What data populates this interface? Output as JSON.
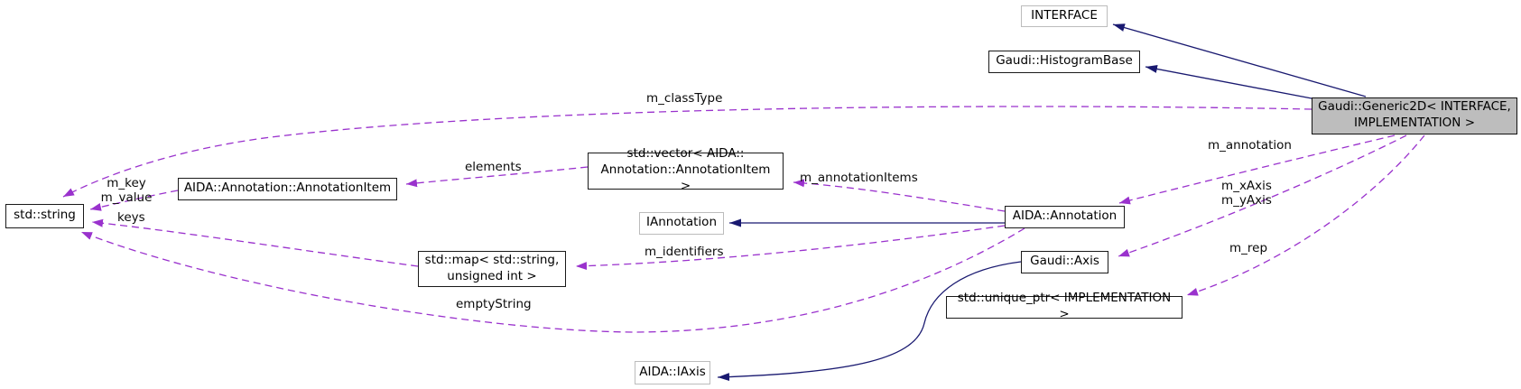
{
  "colors": {
    "inheritance_edge": "#191970",
    "usage_edge": "#9a32cd",
    "node_fill": "#ffffff",
    "main_node_fill": "#bdbdbd",
    "node_border": "#1a1a1a",
    "undocumented_node_border": "#bcbcbc"
  },
  "nodes": {
    "interface": "INTERFACE",
    "histogram_base": "Gaudi::HistogramBase",
    "generic2d": "Gaudi::Generic2D< INTERFACE,\nIMPLEMENTATION >",
    "std_string": "std::string",
    "annotation_item": "AIDA::Annotation::AnnotationItem",
    "std_vector": "std::vector< AIDA::\nAnnotation::AnnotationItem >",
    "iannotation": "IAnnotation",
    "aida_annotation": "AIDA::Annotation",
    "std_map": "std::map< std::string,\nunsigned int >",
    "gaudi_axis": "Gaudi::Axis",
    "unique_ptr": "std::unique_ptr< IMPLEMENTATION >",
    "aida_iaxis": "AIDA::IAxis"
  },
  "edge_labels": {
    "m_classType": "m_classType",
    "m_key_m_value": "m_key\nm_value",
    "keys": "keys",
    "elements": "elements",
    "m_annotationItems": "m_annotationItems",
    "m_annotation": "m_annotation",
    "m_xAxis_m_yAxis": "m_xAxis\nm_yAxis",
    "m_rep": "m_rep",
    "m_identifiers": "m_identifiers",
    "emptyString": "emptyString"
  }
}
